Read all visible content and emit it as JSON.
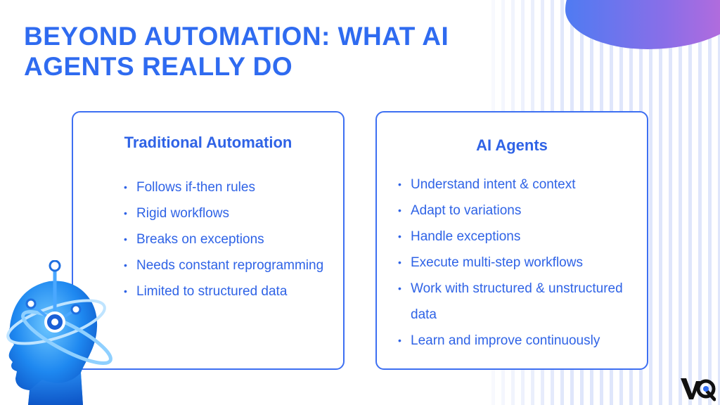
{
  "title": "BEYOND AUTOMATION: WHAT AI AGENTS REALLY DO",
  "left_card": {
    "heading": "Traditional Automation",
    "items": [
      "Follows if-then rules",
      "Rigid workflows",
      "Breaks on exceptions",
      "Needs constant reprogramming",
      "Limited to structured data"
    ]
  },
  "right_card": {
    "heading": "AI Agents",
    "items": [
      "Understand intent & context",
      "Adapt to variations",
      "Handle exceptions",
      "Execute multi-step workflows",
      "Work with structured & unstructured data",
      "Learn and improve continuously"
    ]
  },
  "colors": {
    "accent": "#2f6bf0",
    "card_border": "#3d6ff2",
    "blob_start": "#4f7bf2",
    "blob_end": "#c46ad8"
  },
  "icons": [
    "ai-head-illustration",
    "vq-logo"
  ]
}
